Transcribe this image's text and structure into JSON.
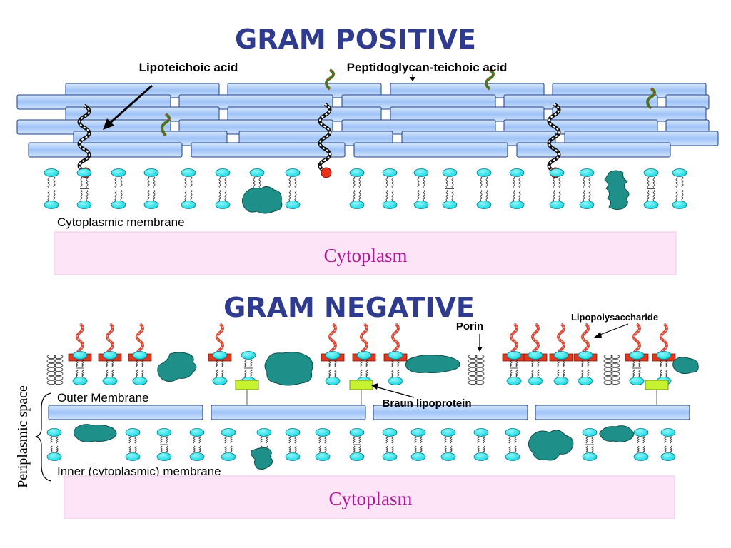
{
  "gram_positive": {
    "heading": "GRAM POSITIVE",
    "lipoteichoic_label": "Lipoteichoic acid",
    "peptidoglycan_label": "Peptidoglycan-teichoic acid",
    "membrane_label": "Cytoplasmic membrane",
    "cytoplasm_label": "Cytoplasm"
  },
  "gram_negative": {
    "heading": "GRAM NEGATIVE",
    "porin_label": "Porin",
    "lps_label": "Lipopolysaccharide",
    "outer_membrane_label": "Outer Membrane",
    "braun_label": "Braun lipoprotein",
    "periplasmic_label": "Periplasmic space",
    "inner_membrane_label": "Inner (cytoplasmic) membrane",
    "cytoplasm_label": "Cytoplasm"
  },
  "colors": {
    "heading": "#2f3b8f",
    "cytoplasm_text": "#b0199a",
    "cytoplasm_fill": "#fde4f7",
    "lipid_head": "#14e0ea",
    "protein": "#1f8f8a",
    "peptidoglycan": "#b5d3fb",
    "lps_core": "#e2371c",
    "braun": "#c6f22f",
    "anchor_dot": "#e8321c"
  }
}
